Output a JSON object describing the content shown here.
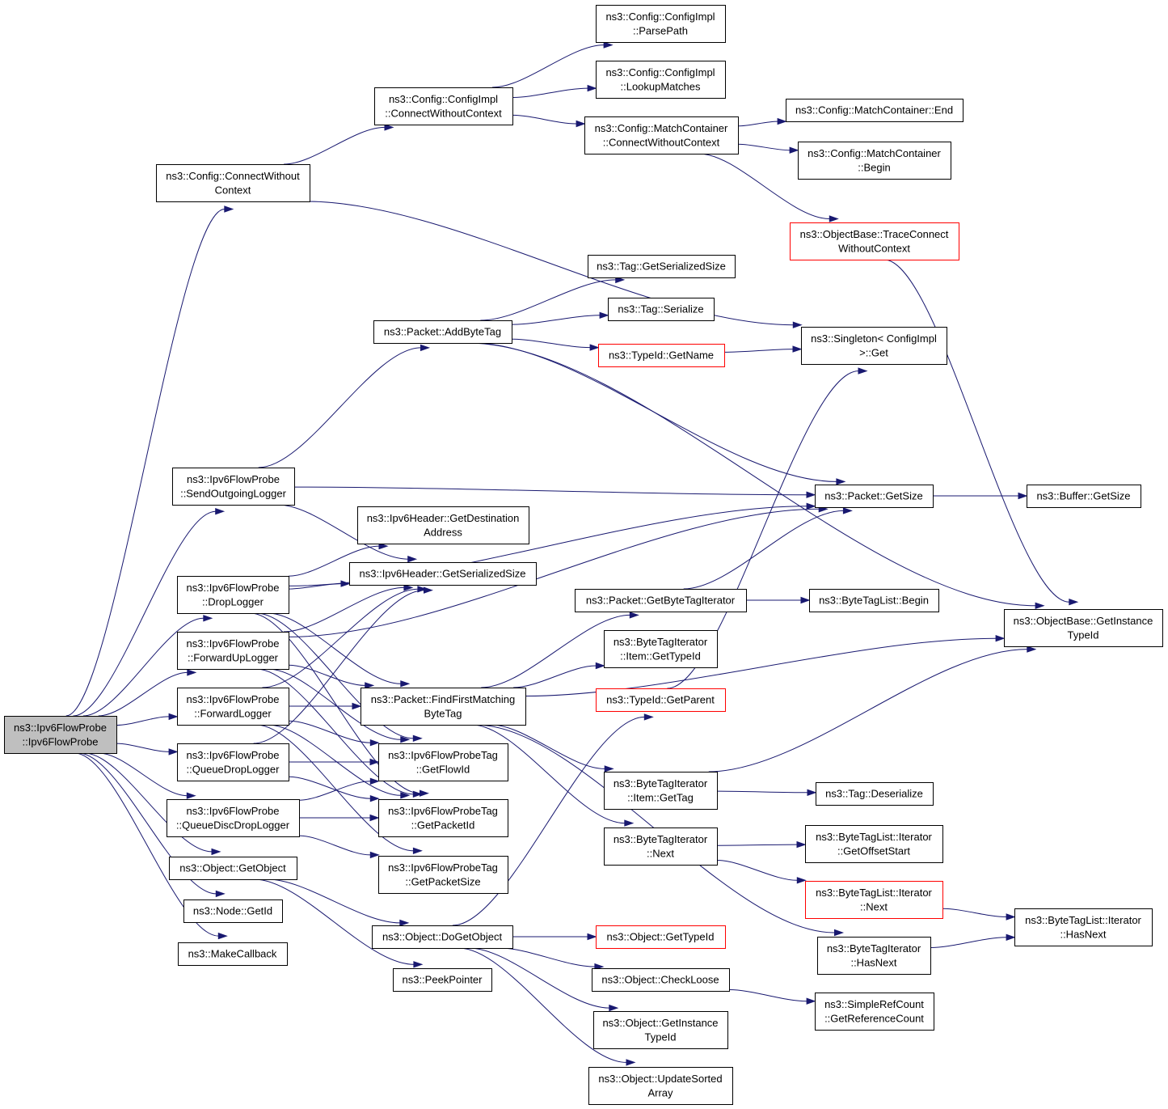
{
  "nodes": [
    {
      "id": "root",
      "lines": [
        "ns3::Ipv6FlowProbe",
        "::Ipv6FlowProbe"
      ],
      "style": "root"
    },
    {
      "id": "connectWithout",
      "lines": [
        "ns3::Config::ConnectWithout",
        "Context"
      ]
    },
    {
      "id": "ciConnect",
      "lines": [
        "ns3::Config::ConfigImpl",
        "::ConnectWithoutContext"
      ]
    },
    {
      "id": "ciParse",
      "lines": [
        "ns3::Config::ConfigImpl",
        "::ParsePath"
      ]
    },
    {
      "id": "ciLookup",
      "lines": [
        "ns3::Config::ConfigImpl",
        "::LookupMatches"
      ]
    },
    {
      "id": "mcConnect",
      "lines": [
        "ns3::Config::MatchContainer",
        "::ConnectWithoutContext"
      ]
    },
    {
      "id": "mcEnd",
      "lines": [
        "ns3::Config::MatchContainer::End"
      ]
    },
    {
      "id": "mcBegin",
      "lines": [
        "ns3::Config::MatchContainer",
        "::Begin"
      ]
    },
    {
      "id": "obTrace",
      "lines": [
        "ns3::ObjectBase::TraceConnect",
        "WithoutContext"
      ],
      "style": "red"
    },
    {
      "id": "tagSerSize",
      "lines": [
        "ns3::Tag::GetSerializedSize"
      ]
    },
    {
      "id": "tagSerialize",
      "lines": [
        "ns3::Tag::Serialize"
      ]
    },
    {
      "id": "addByteTag",
      "lines": [
        "ns3::Packet::AddByteTag"
      ]
    },
    {
      "id": "typeIdGetName",
      "lines": [
        "ns3::TypeId::GetName"
      ],
      "style": "red"
    },
    {
      "id": "singletonGet",
      "lines": [
        "ns3::Singleton< ConfigImpl",
        ">::Get"
      ]
    },
    {
      "id": "sendOut",
      "lines": [
        "ns3::Ipv6FlowProbe",
        "::SendOutgoingLogger"
      ]
    },
    {
      "id": "packetGetSize",
      "lines": [
        "ns3::Packet::GetSize"
      ]
    },
    {
      "id": "bufferGetSize",
      "lines": [
        "ns3::Buffer::GetSize"
      ]
    },
    {
      "id": "ipv6GetDest",
      "lines": [
        "ns3::Ipv6Header::GetDestination",
        "Address"
      ]
    },
    {
      "id": "ipv6GetSer",
      "lines": [
        "ns3::Ipv6Header::GetSerializedSize"
      ]
    },
    {
      "id": "dropLogger",
      "lines": [
        "ns3::Ipv6FlowProbe",
        "::DropLogger"
      ]
    },
    {
      "id": "getByteTagIter",
      "lines": [
        "ns3::Packet::GetByteTagIterator"
      ]
    },
    {
      "id": "btlBegin",
      "lines": [
        "ns3::ByteTagList::Begin"
      ]
    },
    {
      "id": "obGetInstance",
      "lines": [
        "ns3::ObjectBase::GetInstance",
        "TypeId"
      ]
    },
    {
      "id": "fwdUp",
      "lines": [
        "ns3::Ipv6FlowProbe",
        "::ForwardUpLogger"
      ]
    },
    {
      "id": "btiItemGetTypeId",
      "lines": [
        "ns3::ByteTagIterator",
        "::Item::GetTypeId"
      ]
    },
    {
      "id": "fwd",
      "lines": [
        "ns3::Ipv6FlowProbe",
        "::ForwardLogger"
      ]
    },
    {
      "id": "findFirst",
      "lines": [
        "ns3::Packet::FindFirstMatching",
        "ByteTag"
      ]
    },
    {
      "id": "typeIdGetParent",
      "lines": [
        "ns3::TypeId::GetParent"
      ],
      "style": "red"
    },
    {
      "id": "qDrop",
      "lines": [
        "ns3::Ipv6FlowProbe",
        "::QueueDropLogger"
      ]
    },
    {
      "id": "tagGetFlowId",
      "lines": [
        "ns3::Ipv6FlowProbeTag",
        "::GetFlowId"
      ]
    },
    {
      "id": "btiItemGetTag",
      "lines": [
        "ns3::ByteTagIterator",
        "::Item::GetTag"
      ]
    },
    {
      "id": "tagDeserialize",
      "lines": [
        "ns3::Tag::Deserialize"
      ]
    },
    {
      "id": "qdDrop",
      "lines": [
        "ns3::Ipv6FlowProbe",
        "::QueueDiscDropLogger"
      ]
    },
    {
      "id": "tagGetPacketId",
      "lines": [
        "ns3::Ipv6FlowProbeTag",
        "::GetPacketId"
      ]
    },
    {
      "id": "btiNext",
      "lines": [
        "ns3::ByteTagIterator",
        "::Next"
      ]
    },
    {
      "id": "btlItOffset",
      "lines": [
        "ns3::ByteTagList::Iterator",
        "::GetOffsetStart"
      ]
    },
    {
      "id": "objGetObject",
      "lines": [
        "ns3::Object::GetObject"
      ]
    },
    {
      "id": "tagGetPacketSize",
      "lines": [
        "ns3::Ipv6FlowProbeTag",
        "::GetPacketSize"
      ]
    },
    {
      "id": "btlItNext",
      "lines": [
        "ns3::ByteTagList::Iterator",
        "::Next"
      ],
      "style": "red"
    },
    {
      "id": "btlItHasNext",
      "lines": [
        "ns3::ByteTagList::Iterator",
        "::HasNext"
      ]
    },
    {
      "id": "nodeGetId",
      "lines": [
        "ns3::Node::GetId"
      ]
    },
    {
      "id": "doGetObject",
      "lines": [
        "ns3::Object::DoGetObject"
      ]
    },
    {
      "id": "objGetTypeId",
      "lines": [
        "ns3::Object::GetTypeId"
      ],
      "style": "red"
    },
    {
      "id": "btiHasNext",
      "lines": [
        "ns3::ByteTagIterator",
        "::HasNext"
      ]
    },
    {
      "id": "makeCallback",
      "lines": [
        "ns3::MakeCallback"
      ]
    },
    {
      "id": "peekPointer",
      "lines": [
        "ns3::PeekPointer"
      ]
    },
    {
      "id": "objCheckLoose",
      "lines": [
        "ns3::Object::CheckLoose"
      ]
    },
    {
      "id": "simpleRef",
      "lines": [
        "ns3::SimpleRefCount",
        "::GetReferenceCount"
      ]
    },
    {
      "id": "objGetInstance",
      "lines": [
        "ns3::Object::GetInstance",
        "TypeId"
      ]
    },
    {
      "id": "objUpdateSorted",
      "lines": [
        "ns3::Object::UpdateSorted",
        "Array"
      ]
    }
  ],
  "edges": [
    [
      "root",
      "connectWithout"
    ],
    [
      "root",
      "sendOut"
    ],
    [
      "root",
      "dropLogger"
    ],
    [
      "root",
      "fwdUp"
    ],
    [
      "root",
      "fwd"
    ],
    [
      "root",
      "qDrop"
    ],
    [
      "root",
      "qdDrop"
    ],
    [
      "root",
      "objGetObject"
    ],
    [
      "root",
      "nodeGetId"
    ],
    [
      "root",
      "makeCallback"
    ],
    [
      "connectWithout",
      "ciConnect"
    ],
    [
      "connectWithout",
      "singletonGet"
    ],
    [
      "ciConnect",
      "ciParse"
    ],
    [
      "ciConnect",
      "ciLookup"
    ],
    [
      "ciConnect",
      "mcConnect"
    ],
    [
      "mcConnect",
      "mcEnd"
    ],
    [
      "mcConnect",
      "mcBegin"
    ],
    [
      "mcConnect",
      "obTrace"
    ],
    [
      "obTrace",
      "obGetInstance"
    ],
    [
      "addByteTag",
      "tagSerSize"
    ],
    [
      "addByteTag",
      "tagSerialize"
    ],
    [
      "addByteTag",
      "typeIdGetName"
    ],
    [
      "addByteTag",
      "packetGetSize"
    ],
    [
      "addByteTag",
      "obGetInstance"
    ],
    [
      "typeIdGetName",
      "singletonGet"
    ],
    [
      "sendOut",
      "addByteTag"
    ],
    [
      "sendOut",
      "packetGetSize"
    ],
    [
      "sendOut",
      "ipv6GetSer"
    ],
    [
      "packetGetSize",
      "bufferGetSize"
    ],
    [
      "dropLogger",
      "ipv6GetDest"
    ],
    [
      "dropLogger",
      "ipv6GetSer"
    ],
    [
      "dropLogger",
      "packetGetSize"
    ],
    [
      "dropLogger",
      "findFirst"
    ],
    [
      "dropLogger",
      "tagGetFlowId"
    ],
    [
      "dropLogger",
      "tagGetPacketId"
    ],
    [
      "fwdUp",
      "ipv6GetSer"
    ],
    [
      "fwdUp",
      "packetGetSize"
    ],
    [
      "fwdUp",
      "findFirst"
    ],
    [
      "fwdUp",
      "tagGetFlowId"
    ],
    [
      "fwdUp",
      "tagGetPacketId"
    ],
    [
      "fwd",
      "ipv6GetSer"
    ],
    [
      "fwd",
      "findFirst"
    ],
    [
      "fwd",
      "tagGetFlowId"
    ],
    [
      "fwd",
      "tagGetPacketId"
    ],
    [
      "fwd",
      "tagGetPacketSize"
    ],
    [
      "qDrop",
      "ipv6GetSer"
    ],
    [
      "qDrop",
      "tagGetFlowId"
    ],
    [
      "qDrop",
      "tagGetPacketId"
    ],
    [
      "qdDrop",
      "tagGetFlowId"
    ],
    [
      "qdDrop",
      "tagGetPacketId"
    ],
    [
      "qdDrop",
      "tagGetPacketSize"
    ],
    [
      "findFirst",
      "getByteTagIter"
    ],
    [
      "findFirst",
      "btiItemGetTypeId"
    ],
    [
      "findFirst",
      "obGetInstance"
    ],
    [
      "findFirst",
      "btiItemGetTag"
    ],
    [
      "findFirst",
      "btiNext"
    ],
    [
      "findFirst",
      "btiHasNext"
    ],
    [
      "getByteTagIter",
      "packetGetSize"
    ],
    [
      "getByteTagIter",
      "btlBegin"
    ],
    [
      "typeIdGetParent",
      "singletonGet"
    ],
    [
      "btiItemGetTag",
      "obGetInstance"
    ],
    [
      "btiItemGetTag",
      "tagDeserialize"
    ],
    [
      "btiNext",
      "btlItOffset"
    ],
    [
      "btiNext",
      "btlItNext"
    ],
    [
      "btlItNext",
      "btlItHasNext"
    ],
    [
      "btiHasNext",
      "btlItHasNext"
    ],
    [
      "objGetObject",
      "doGetObject"
    ],
    [
      "objGetObject",
      "peekPointer"
    ],
    [
      "doGetObject",
      "typeIdGetParent"
    ],
    [
      "doGetObject",
      "objGetTypeId"
    ],
    [
      "doGetObject",
      "objCheckLoose"
    ],
    [
      "doGetObject",
      "objGetInstance"
    ],
    [
      "doGetObject",
      "objUpdateSorted"
    ],
    [
      "objCheckLoose",
      "simpleRef"
    ]
  ],
  "colors": {
    "edge": "#191970",
    "border": "#000000",
    "root_fill": "#bfbfbf",
    "highlight_border": "#ff0000"
  }
}
